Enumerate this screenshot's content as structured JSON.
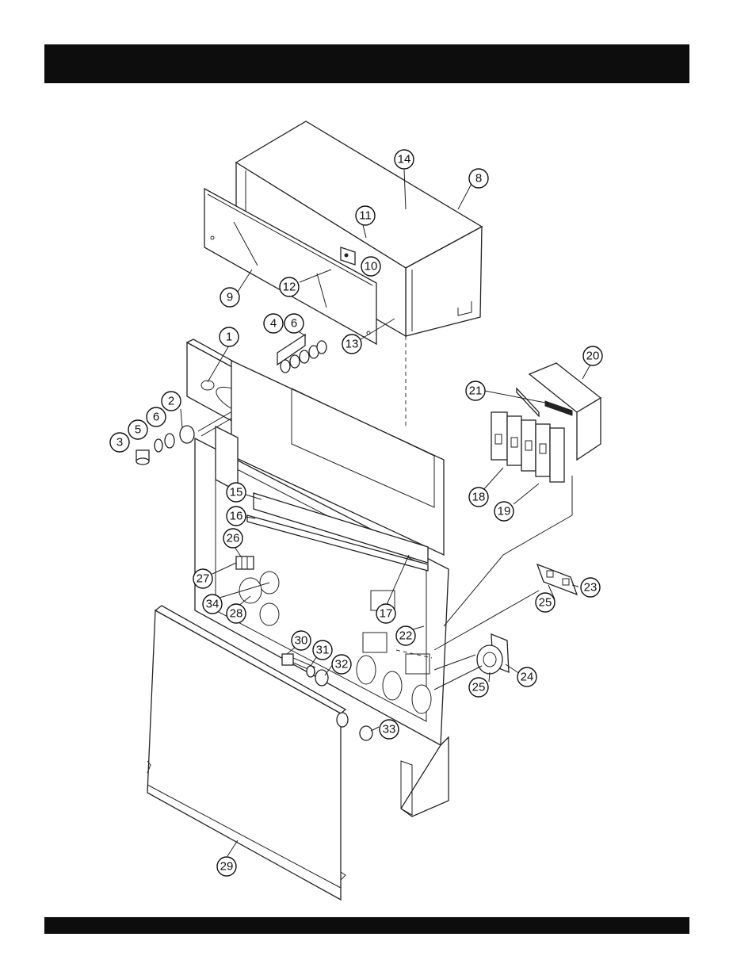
{
  "header": {
    "bar_color": "#0d0d0d"
  },
  "footer": {
    "bar_color": "#0d0d0d"
  },
  "diagram": {
    "type": "exploded-parts-view",
    "callouts": [
      {
        "n": "1"
      },
      {
        "n": "2"
      },
      {
        "n": "3"
      },
      {
        "n": "4"
      },
      {
        "n": "5"
      },
      {
        "n": "6a"
      },
      {
        "n": "6b"
      },
      {
        "n": "8"
      },
      {
        "n": "9"
      },
      {
        "n": "10"
      },
      {
        "n": "11"
      },
      {
        "n": "12"
      },
      {
        "n": "13"
      },
      {
        "n": "14"
      },
      {
        "n": "15"
      },
      {
        "n": "16"
      },
      {
        "n": "17"
      },
      {
        "n": "18"
      },
      {
        "n": "19"
      },
      {
        "n": "20"
      },
      {
        "n": "21"
      },
      {
        "n": "22"
      },
      {
        "n": "23"
      },
      {
        "n": "24"
      },
      {
        "n": "25a"
      },
      {
        "n": "25b"
      },
      {
        "n": "26"
      },
      {
        "n": "27"
      },
      {
        "n": "28"
      },
      {
        "n": "29"
      },
      {
        "n": "30"
      },
      {
        "n": "31"
      },
      {
        "n": "32"
      },
      {
        "n": "33"
      },
      {
        "n": "34"
      }
    ],
    "labels": {
      "c1": "1",
      "c2": "2",
      "c3": "3",
      "c4": "4",
      "c5": "5",
      "c6a": "6",
      "c6b": "6",
      "c8": "8",
      "c9": "9",
      "c10": "10",
      "c11": "11",
      "c12": "12",
      "c13": "13",
      "c14": "14",
      "c15": "15",
      "c16": "16",
      "c17": "17",
      "c18": "18",
      "c19": "19",
      "c20": "20",
      "c21": "21",
      "c22": "22",
      "c23": "23",
      "c24": "24",
      "c25a": "25",
      "c25b": "25",
      "c26": "26",
      "c27": "27",
      "c28": "28",
      "c29": "29",
      "c30": "30",
      "c31": "31",
      "c32": "32",
      "c33": "33",
      "c34": "34"
    }
  }
}
